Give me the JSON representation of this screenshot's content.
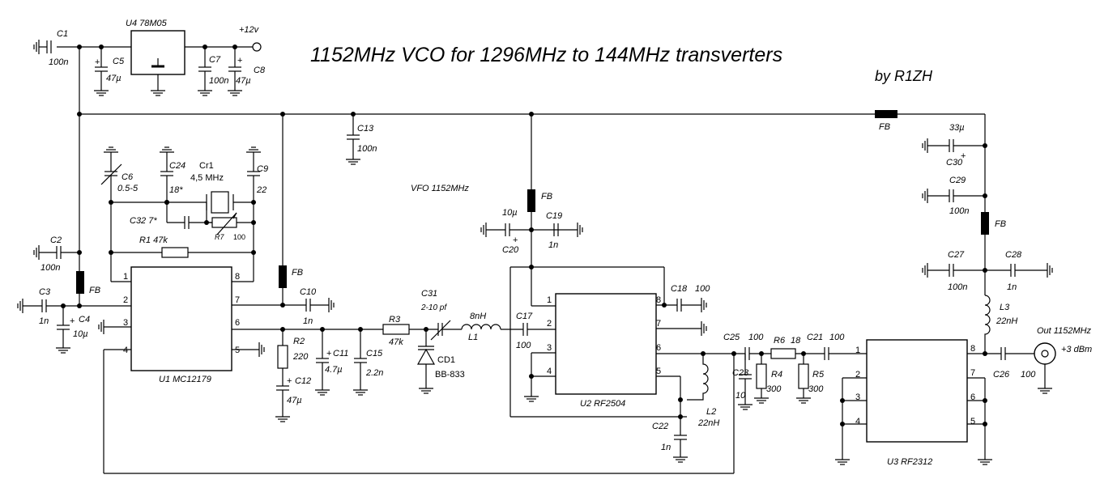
{
  "title": "1152MHz VCO for 1296MHz to 144MHz transverters",
  "subtitle": "by R1ZH",
  "section_label": "VFO 1152MHz",
  "supply": "+12v",
  "output_label": "Out 1152MHz",
  "output_level": "+3 dBm",
  "regulator": {
    "ref": "U4",
    "part": "78M05"
  },
  "ics": [
    {
      "ref": "U1",
      "part": "MC12179",
      "label": "U1 MC12179",
      "pins": [
        "1",
        "2",
        "3",
        "4",
        "5",
        "6",
        "7",
        "8"
      ]
    },
    {
      "ref": "U2",
      "part": "RF2504",
      "label": "U2 RF2504",
      "pins": [
        "1",
        "2",
        "3",
        "4",
        "5",
        "6",
        "7",
        "8"
      ]
    },
    {
      "ref": "U3",
      "part": "RF2312",
      "label": "U3 RF2312",
      "pins": [
        "1",
        "2",
        "3",
        "4",
        "5",
        "6",
        "7",
        "8"
      ]
    }
  ],
  "components": {
    "C1": {
      "ref": "C1",
      "value": "100n"
    },
    "C2": {
      "ref": "C2",
      "value": "100n"
    },
    "C3": {
      "ref": "C3",
      "value": "1n"
    },
    "C4": {
      "ref": "C4",
      "value": "10µ"
    },
    "C5": {
      "ref": "C5",
      "value": "47µ"
    },
    "C6": {
      "ref": "C6",
      "value": "0.5-5"
    },
    "C7": {
      "ref": "C7",
      "value": "100n"
    },
    "C8": {
      "ref": "C8",
      "value": "47µ"
    },
    "C9": {
      "ref": "C9",
      "value": "22"
    },
    "C10": {
      "ref": "C10",
      "value": "1n"
    },
    "C11": {
      "ref": "C11",
      "value": "4.7µ"
    },
    "C12": {
      "ref": "C12",
      "value": "47µ"
    },
    "C13": {
      "ref": "C13",
      "value": "100n"
    },
    "C15": {
      "ref": "C15",
      "value": "2.2n"
    },
    "C17": {
      "ref": "C17",
      "value": "100"
    },
    "C18": {
      "ref": "C18",
      "value": "100"
    },
    "C19": {
      "ref": "C19",
      "value": "1n"
    },
    "C20": {
      "ref": "C20",
      "value": "10µ"
    },
    "C21": {
      "ref": "C21",
      "value": "100"
    },
    "C22": {
      "ref": "C22",
      "value": "1n"
    },
    "C23": {
      "ref": "C23",
      "value": "10"
    },
    "C24": {
      "ref": "C24",
      "value": "18*"
    },
    "C25": {
      "ref": "C25",
      "value": "100"
    },
    "C26": {
      "ref": "C26",
      "value": "100"
    },
    "C27": {
      "ref": "C27",
      "value": "100n"
    },
    "C28": {
      "ref": "C28",
      "value": "1n"
    },
    "C29": {
      "ref": "C29",
      "value": "100n"
    },
    "C30": {
      "ref": "C30",
      "value": "33µ"
    },
    "C31": {
      "ref": "C31",
      "value": "2-10 pf"
    },
    "C32": {
      "ref": "C32",
      "value": "7*"
    },
    "R1": {
      "ref": "R1",
      "value": "47k"
    },
    "R2": {
      "ref": "R2",
      "value": "220"
    },
    "R3": {
      "ref": "R3",
      "value": "47k"
    },
    "R4": {
      "ref": "R4",
      "value": "300"
    },
    "R5": {
      "ref": "R5",
      "value": "300"
    },
    "R6": {
      "ref": "R6",
      "value": "18"
    },
    "R7": {
      "ref": "R7",
      "value": "100"
    },
    "L1": {
      "ref": "L1",
      "value": "8nH"
    },
    "L2": {
      "ref": "L2",
      "value": "22nH"
    },
    "L3": {
      "ref": "L3",
      "value": "22nH"
    },
    "Cr1": {
      "ref": "Cr1",
      "value": "4,5 MHz"
    },
    "CD1": {
      "ref": "CD1",
      "value": "BB-833"
    }
  },
  "ferrite_label": "FB",
  "plus": "+"
}
